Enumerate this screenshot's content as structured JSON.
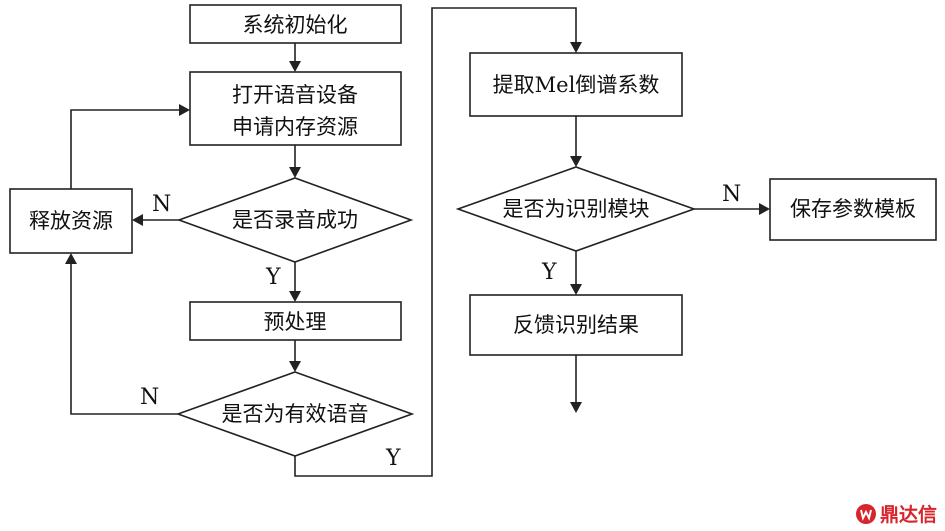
{
  "flowchart": {
    "init": "系统初始化",
    "open_line1": "打开语音设备",
    "open_line2": "申请内存资源",
    "release": "释放资源",
    "record_ok": "是否录音成功",
    "preprocess": "预处理",
    "valid_speech": "是否为有效语音",
    "extract_mel": "提取Mel倒谱系数",
    "is_recognition": "是否为识别模块",
    "save_template": "保存参数模板",
    "feedback": "反馈识别结果",
    "yes": "Y",
    "no": "N"
  },
  "watermark": {
    "text": "鼎达信",
    "color": "#d8242b"
  }
}
